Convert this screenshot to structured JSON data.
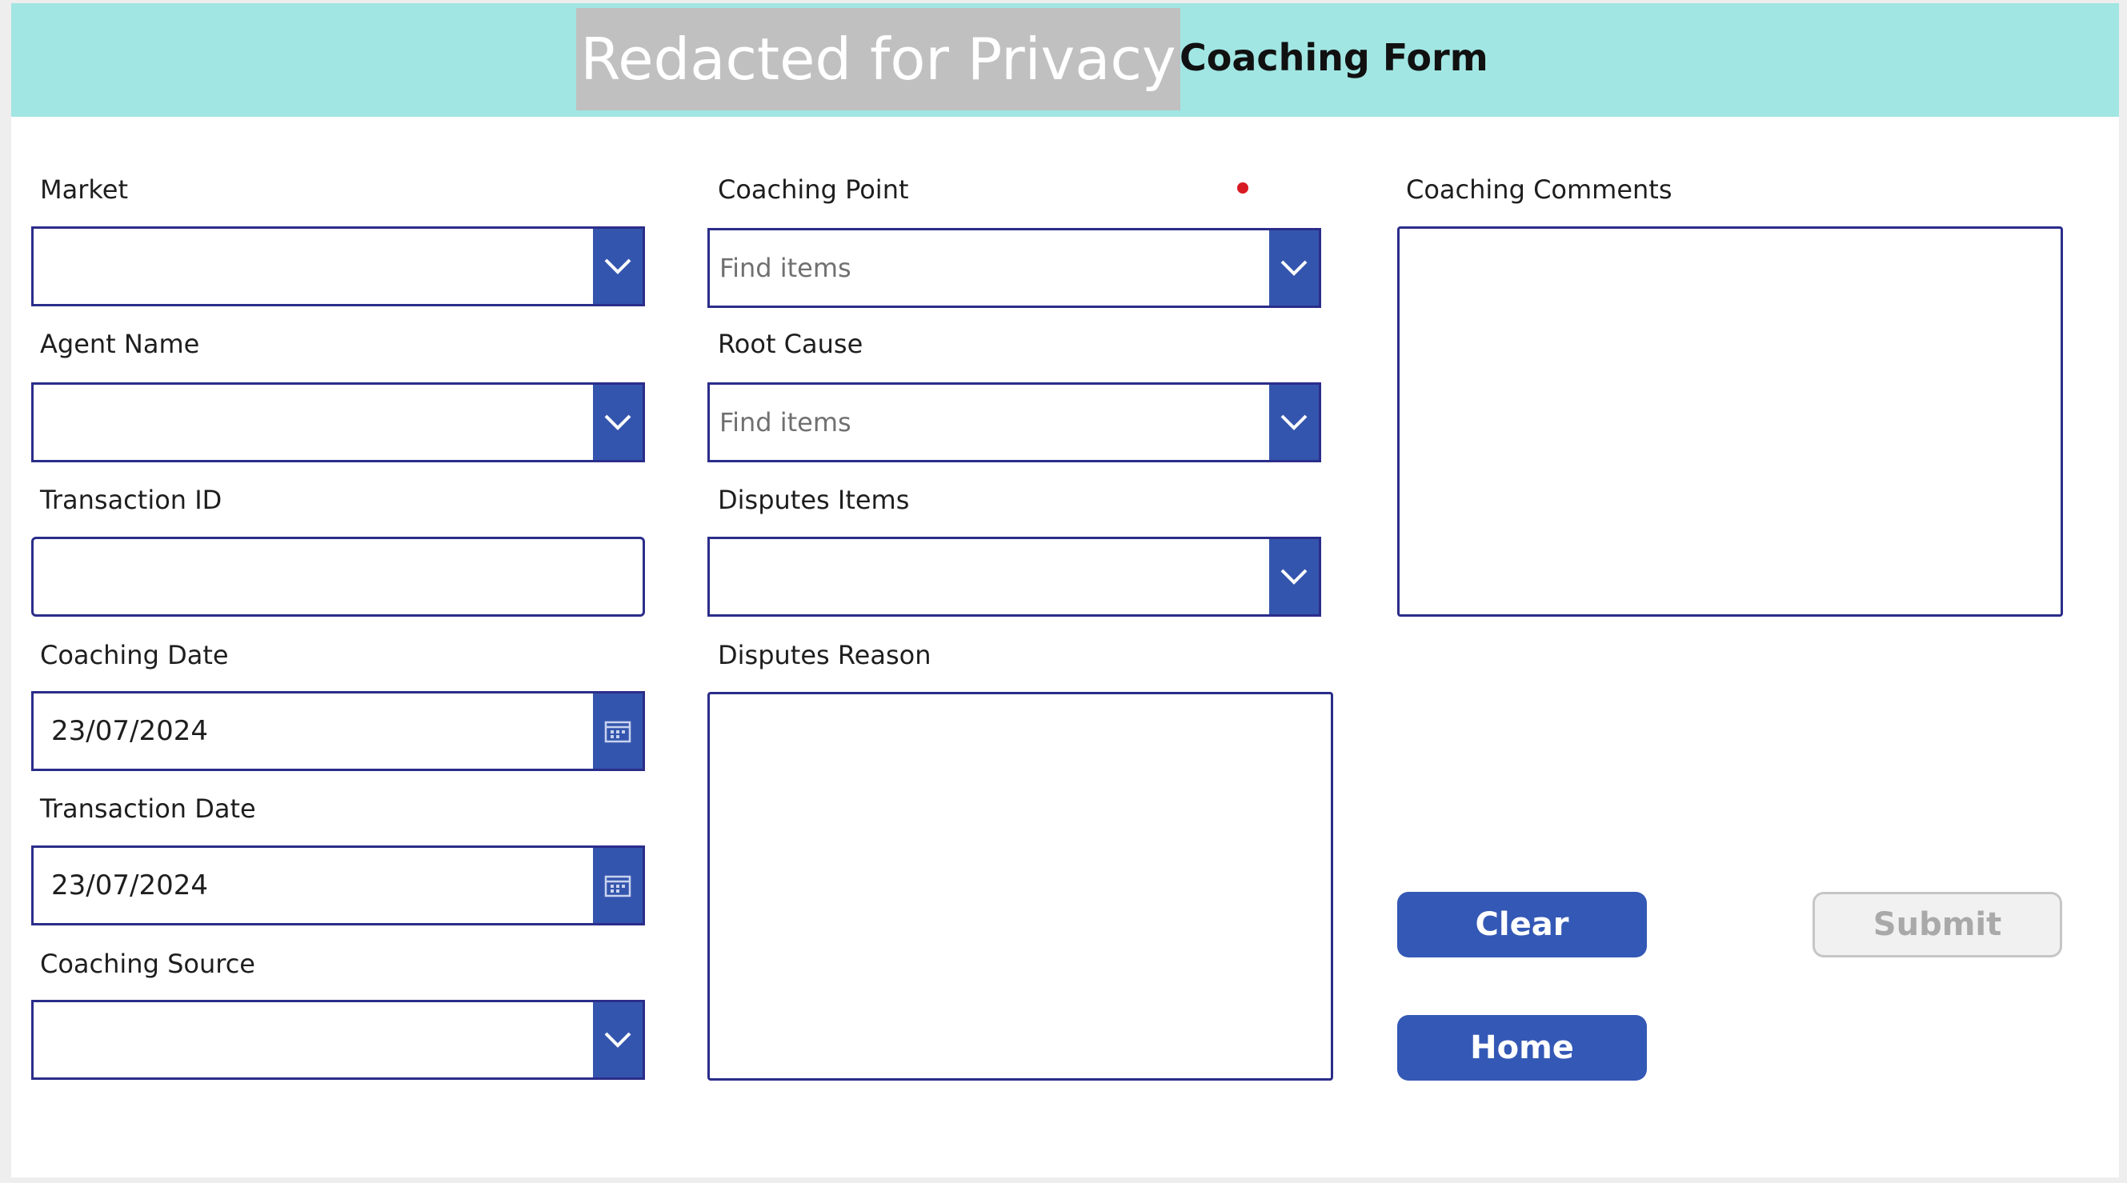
{
  "header": {
    "redacted_text": "Redacted for Privacy",
    "title": "Coaching Form",
    "background": "#a1e6e3"
  },
  "left_column": {
    "market": {
      "label": "Market",
      "value": "",
      "control": "dropdown"
    },
    "agent_name": {
      "label": "Agent Name",
      "value": "",
      "control": "dropdown"
    },
    "transaction_id": {
      "label": "Transaction ID",
      "value": "",
      "control": "text"
    },
    "coaching_date": {
      "label": "Coaching Date",
      "value": "23/07/2024",
      "control": "date-picker"
    },
    "transaction_date": {
      "label": "Transaction Date",
      "value": "23/07/2024",
      "control": "date-picker"
    },
    "coaching_source": {
      "label": "Coaching Source",
      "value": "",
      "control": "dropdown"
    }
  },
  "middle_column": {
    "coaching_point": {
      "label": "Coaching Point",
      "placeholder": "Find items",
      "required": true,
      "control": "combobox"
    },
    "root_cause": {
      "label": "Root Cause",
      "placeholder": "Find items",
      "control": "combobox"
    },
    "disputes_items": {
      "label": "Disputes Items",
      "value": "",
      "control": "dropdown"
    },
    "disputes_reason": {
      "label": "Disputes Reason",
      "value": "",
      "control": "textarea"
    }
  },
  "right_column": {
    "coaching_comments": {
      "label": "Coaching Comments",
      "value": "",
      "control": "textarea"
    }
  },
  "buttons": {
    "clear": "Clear",
    "submit": "Submit",
    "home": "Home"
  },
  "colors": {
    "accent": "#3458b5",
    "border": "#2b2d8a",
    "required_marker": "#d81b22",
    "disabled_text": "#a9a9a9"
  },
  "icons": {
    "dropdown": "chevron-down-icon",
    "date": "calendar-icon"
  }
}
